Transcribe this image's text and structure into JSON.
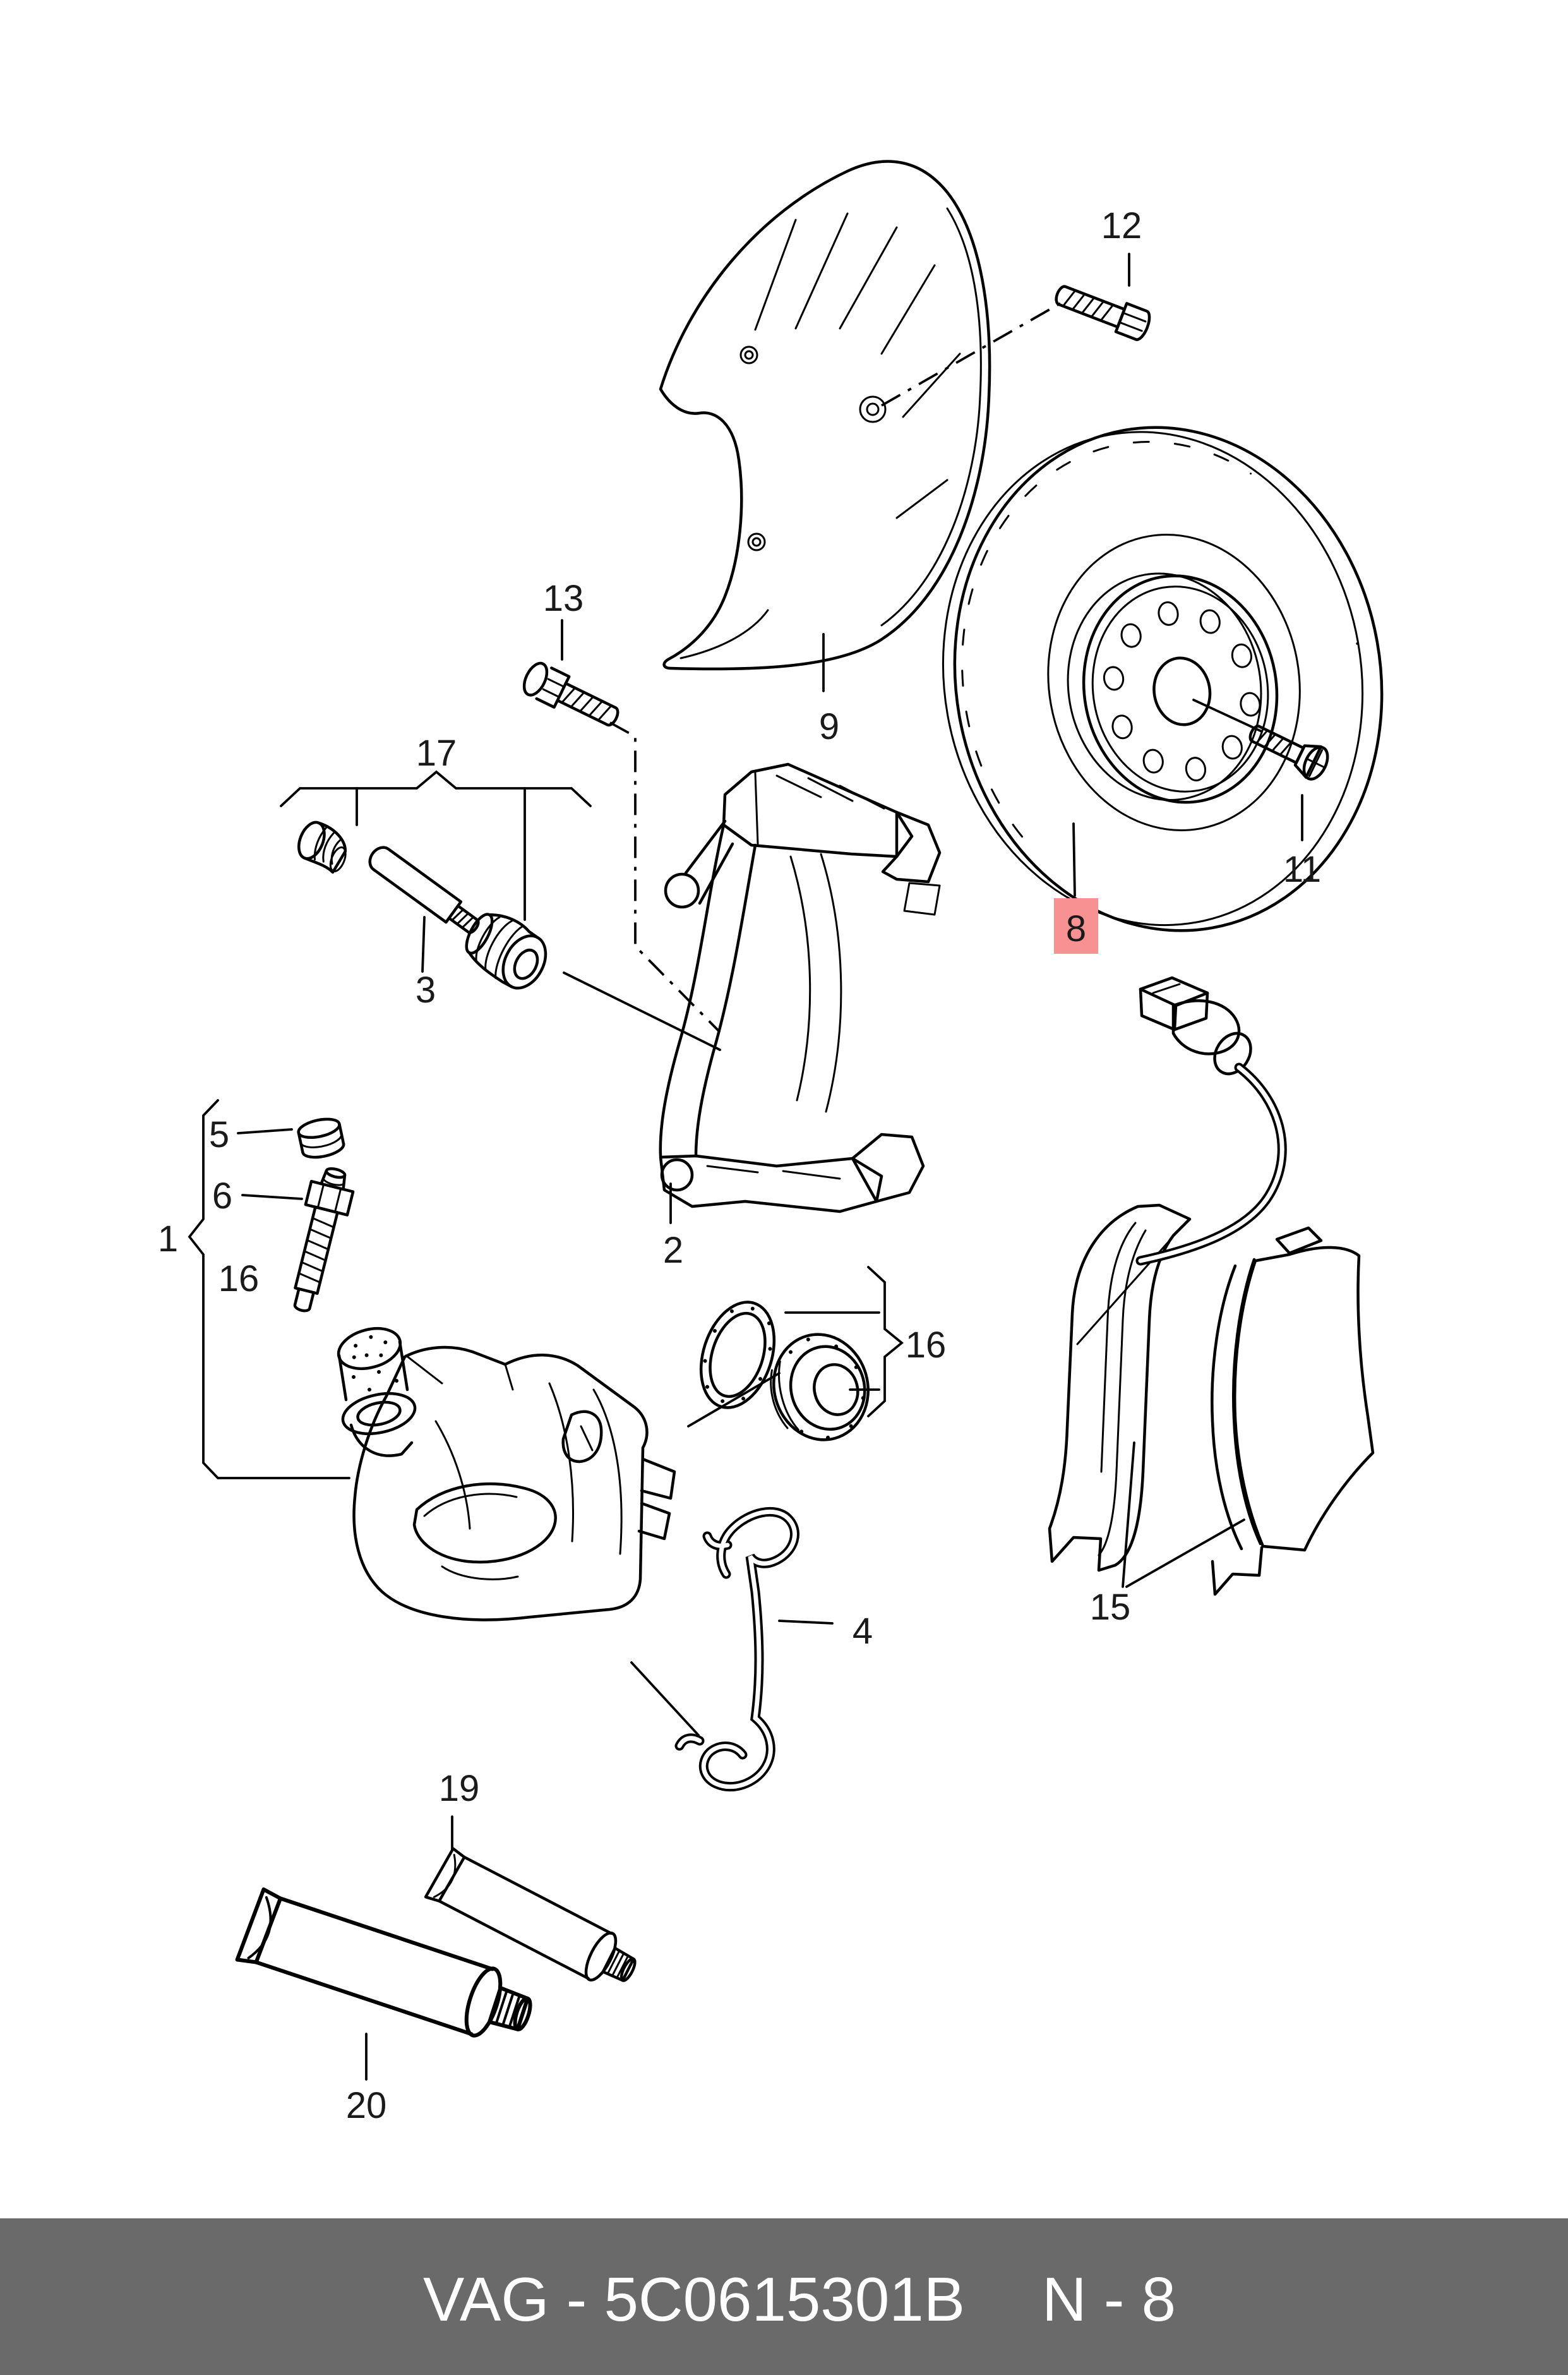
{
  "diagram": {
    "background": "#ffffff",
    "line_color": "#000000",
    "description_labels": "exploded brake assembly callout numbers"
  },
  "highlight": {
    "bg": "#f89191",
    "fg": "#7a1014"
  },
  "footer": {
    "bar_color": "#6a6a6a",
    "text_color": "#ffffff",
    "code": "VAG - 5C0615301B",
    "page": "N - 8"
  },
  "labels": {
    "l1": {
      "text": "1"
    },
    "l2": {
      "text": "2"
    },
    "l3": {
      "text": "3"
    },
    "l4": {
      "text": "4"
    },
    "l5": {
      "text": "5"
    },
    "l6": {
      "text": "6"
    },
    "l8": {
      "text": "8"
    },
    "l9": {
      "text": "9"
    },
    "l11": {
      "text": "11"
    },
    "l12": {
      "text": "12"
    },
    "l13": {
      "text": "13"
    },
    "l15": {
      "text": "15"
    },
    "l16a": {
      "text": "16"
    },
    "l16b": {
      "text": "16"
    },
    "l17": {
      "text": "17"
    },
    "l19": {
      "text": "19"
    },
    "l20": {
      "text": "20"
    }
  }
}
